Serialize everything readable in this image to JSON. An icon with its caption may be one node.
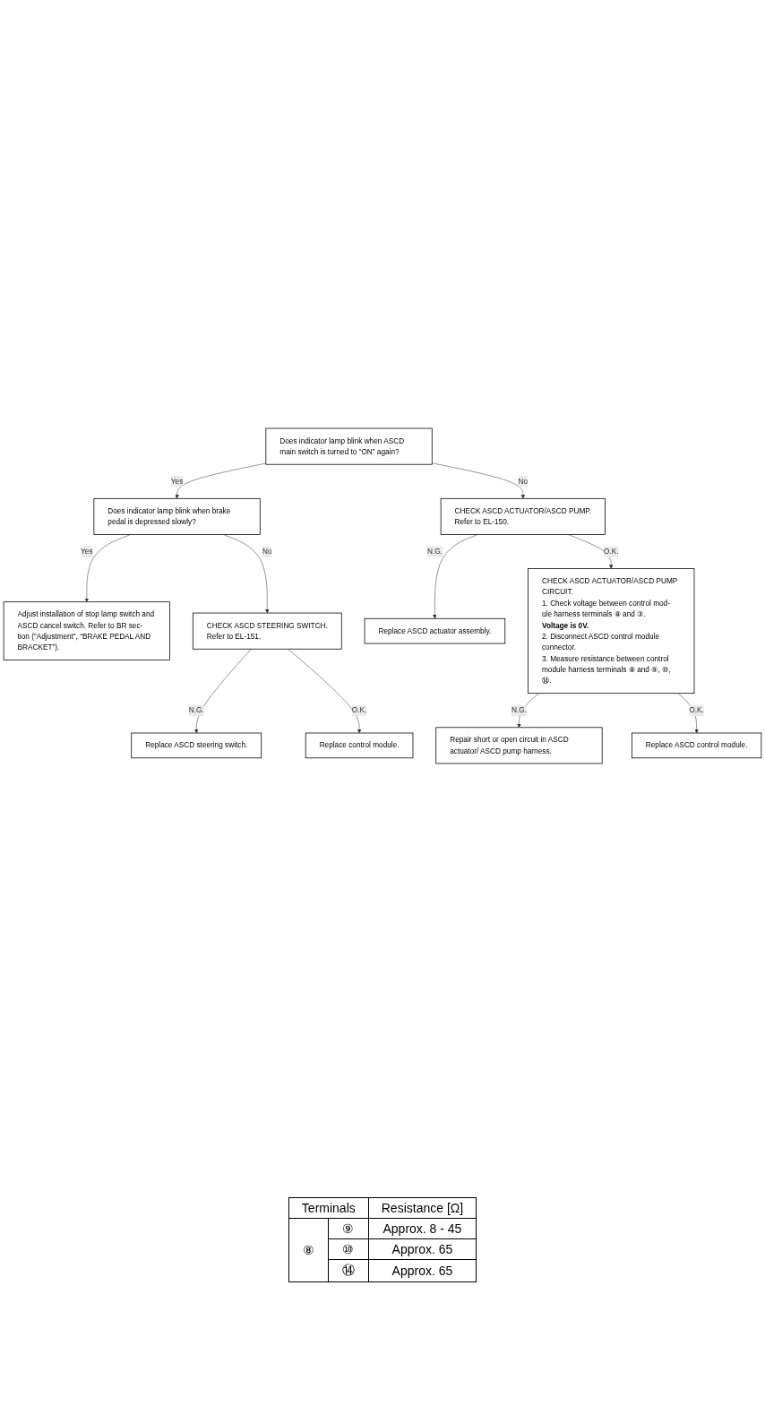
{
  "diagram": {
    "nodes": [
      {
        "text": [
          "Does indicator lamp blink when ASCD main switch is turned to “ON” again?"
        ]
      },
      {
        "text": [
          "Does indicator lamp blink when brake pedal is depressed slowly?"
        ]
      },
      {
        "text": [
          "Adjust installation of stop lamp switch and ASCD cancel switch. Refer to BR sec- tion (“Adjustment”, “BRAKE PEDAL AND BRACKET”)."
        ]
      },
      {
        "text": [
          "CHECK ASCD STEERING SWITCH.",
          "Refer to EL-151."
        ]
      },
      {
        "text": [
          "Replace ASCD steering switch."
        ]
      },
      {
        "text": [
          "Replace control module."
        ]
      },
      {
        "text": [
          "CHECK ASCD ACTUATOR/ASCD PUMP.",
          "Refer to EL-150."
        ]
      },
      {
        "text": [
          "Replace ASCD actuator assembly."
        ]
      },
      {
        "text": [
          "CHECK ASCD ACTUATOR/ASCD PUMP CIRCUIT.",
          "1. Check voltage between control mod- ule harness terminals ⑧ and ③.",
          "Voltage is 0V.",
          "2. Disconnect ASCD control module connector.",
          "3. Measure resistance between control module harness terminals ⑧ and ⑨, ⑩, ⑭."
        ]
      },
      {
        "text": [
          "Repair short or open circuit in ASCD actuator/ ASCD pump harness."
        ]
      },
      {
        "text": [
          "Replace ASCD control module."
        ]
      }
    ],
    "edges": [
      {
        "from": 0,
        "to": 1,
        "arrow": "to",
        "label": "Yes"
      },
      {
        "from": 0,
        "to": 6,
        "arrow": "to",
        "label": "No"
      },
      {
        "from": 1,
        "to": 3,
        "arrow": "to",
        "label": "No"
      },
      {
        "from": 1,
        "to": 2,
        "arrow": "to",
        "label": "Yes"
      },
      {
        "from": 3,
        "to": 4,
        "arrow": "to",
        "label": "N.G."
      },
      {
        "from": 3,
        "to": 5,
        "arrow": "to",
        "label": "O.K."
      },
      {
        "from": 6,
        "to": 7,
        "arrow": "to",
        "label": "N.G."
      },
      {
        "from": 6,
        "to": 8,
        "arrow": "to",
        "label": "O.K."
      },
      {
        "from": 8,
        "to": 9,
        "arrow": "to",
        "label": "N.G."
      },
      {
        "from": 8,
        "to": 10,
        "arrow": "to",
        "label": "O.K."
      }
    ],
    "labels": [
      "Terminals",
      "Resistance [Ω]",
      "⑧",
      "⑨",
      "Approx. 8 - 45",
      "⑩",
      "Approx. 65",
      "⑭",
      "Approx. 65"
    ]
  }
}
